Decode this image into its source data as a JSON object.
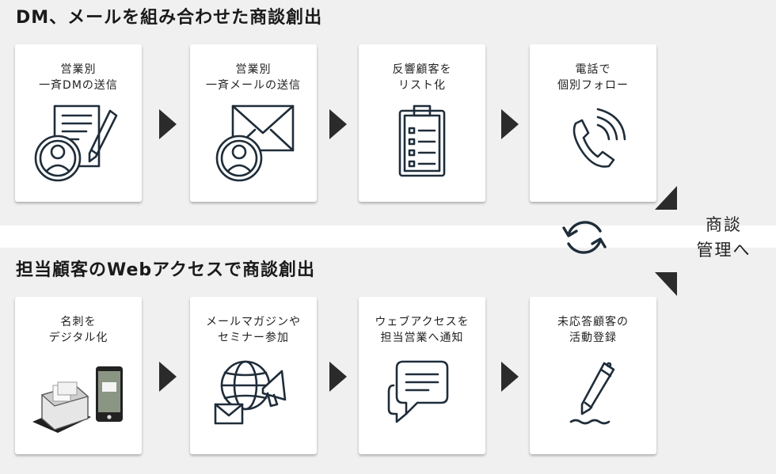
{
  "sections": {
    "top": {
      "title": "DM、メールを組み合わせた商談創出"
    },
    "bottom": {
      "title": "担当顧客のWebアクセスで商談創出"
    }
  },
  "top_cards": [
    {
      "label": "営業別\n一斉DMの送信",
      "icon": "dm-letter-pen-person-icon"
    },
    {
      "label": "営業別\n一斉メールの送信",
      "icon": "envelope-person-icon"
    },
    {
      "label": "反響顧客を\nリスト化",
      "icon": "clipboard-checklist-icon"
    },
    {
      "label": "電話で\n個別フォロー",
      "icon": "phone-call-icon"
    }
  ],
  "bottom_cards": [
    {
      "label": "名刺を\nデジタル化",
      "icon": "scanner-smartphone-icon"
    },
    {
      "label": "メールマガジンや\nセミナー参加",
      "icon": "globe-megaphone-mail-icon"
    },
    {
      "label": "ウェブアクセスを\n担当営業へ通知",
      "icon": "chat-bubbles-icon"
    },
    {
      "label": "未応答顧客の\n活動登録",
      "icon": "pen-writing-icon"
    }
  ],
  "side": {
    "label": "商談\n管理へ"
  },
  "colors": {
    "icon_stroke": "#1f2d3a",
    "arrow": "#2b2b2b",
    "background": "#f0f0f0",
    "card": "#ffffff"
  }
}
